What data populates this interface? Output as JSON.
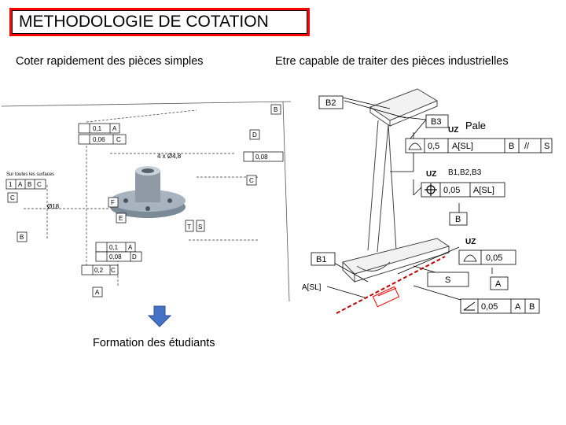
{
  "header": {
    "title": "METHODOLOGIE DE COTATION",
    "left_subtitle": "Coter rapidement des pièces simples",
    "right_subtitle": "Etre capable de traiter des pièces industrielles"
  },
  "left_drawing": {
    "caption": "Formation des étudiants",
    "frames": [
      {
        "a": "0,1",
        "b": "A"
      },
      {
        "a": "0,06",
        "b": "C"
      },
      {
        "a": "0,1",
        "b": "A"
      },
      {
        "a": "0,08",
        "b": "D"
      },
      {
        "a": "0,2",
        "b": "C"
      }
    ],
    "callouts": [
      "0,08",
      "B",
      "D",
      "C",
      "F",
      "A",
      "B",
      "E",
      "C",
      "S",
      "T"
    ],
    "note_lines": [
      "Sur toutes les surfaces"
    ],
    "note_frame": [
      "1",
      "A",
      "B",
      "C"
    ],
    "dims": [
      "Ø18",
      "4 x Ø4,8"
    ]
  },
  "right_drawing": {
    "labels": {
      "b2": "B2",
      "b3": "B3",
      "uz1": "UZ",
      "pale": "Pale",
      "frame1_val": "0,5",
      "frame1_ref": "A[SL]",
      "frame1_b": "B",
      "frame1_par": "//",
      "frame1_s": "S",
      "uz2": "UZ",
      "b123": "B1,B2,B3",
      "frame2_val": "0,05",
      "frame2_ref": "A[SL]",
      "datum_b": "B",
      "uz3": "UZ",
      "b1": "B1",
      "frame3_val": "0,05",
      "a_sl": "A[SL]",
      "s": "S",
      "a": "A",
      "frame4_val": "0,05",
      "frame4_a": "A",
      "frame4_b": "B"
    }
  },
  "colors": {
    "accent_red": "#ff0000",
    "arrow_blue": "#4472c4",
    "dashed_red": "#c00000"
  }
}
